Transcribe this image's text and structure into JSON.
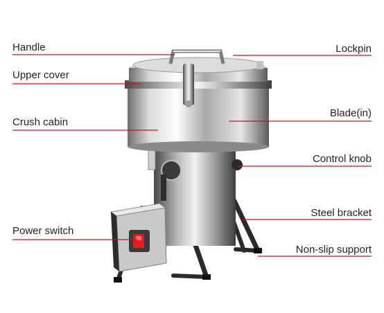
{
  "colors": {
    "callout_line": "#c8102e",
    "label_text": "#222222",
    "background": "#ffffff"
  },
  "labels": {
    "handle": "Handle",
    "upper_cover": "Upper cover",
    "crush_cabin": "Crush cabin",
    "power_switch": "Power switch",
    "lockpin": "Lockpin",
    "blade": "Blade(in)",
    "control_knob": "Control knob",
    "steel_bracket": "Steel bracket",
    "non_slip_support": "Non-slip support"
  }
}
